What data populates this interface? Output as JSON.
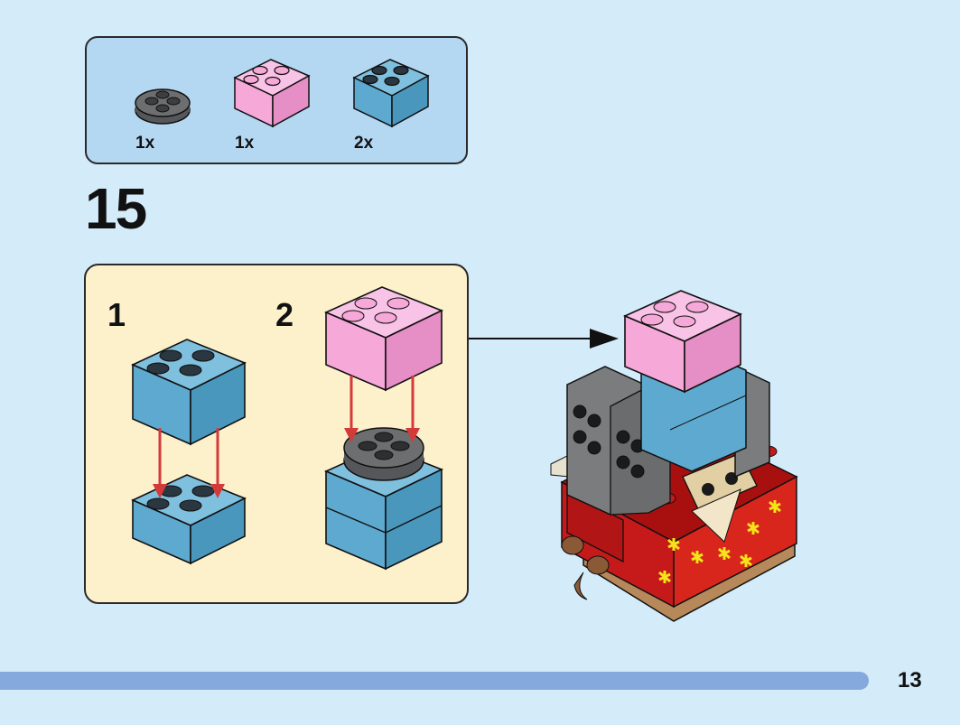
{
  "parts_list": {
    "items": [
      {
        "name": "dark grey round plate 2x2",
        "count": "1x",
        "color": "#6d6e70"
      },
      {
        "name": "pink brick 2x2",
        "count": "1x",
        "color": "#f6a8d8"
      },
      {
        "name": "blue brick 2x2",
        "count": "2x",
        "color": "#5ea9cf"
      }
    ]
  },
  "step": {
    "number": "15",
    "substeps": [
      {
        "number": "1"
      },
      {
        "number": "2"
      }
    ]
  },
  "colors": {
    "page_bg": "#d4ebfa",
    "parts_bg": "#b4d7f2",
    "substep_bg": "#fdf1cc",
    "arrow_red": "#d43a3a",
    "progress": "#86a9dd"
  },
  "page": {
    "number": "13"
  }
}
